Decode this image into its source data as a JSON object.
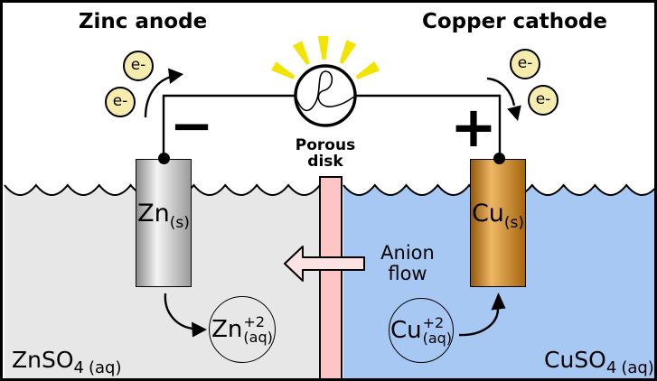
{
  "titles": {
    "anode": "Zinc anode",
    "cathode": "Copper cathode"
  },
  "electron_label": "e-",
  "polarity": {
    "negative": "−",
    "positive": "+"
  },
  "porous_disk_label": {
    "line1": "Porous",
    "line2": "disk"
  },
  "anion_flow_label": {
    "line1": "Anion",
    "line2": "flow"
  },
  "electrodes": {
    "zinc": {
      "symbol": "Zn",
      "state": "(s)"
    },
    "copper": {
      "symbol": "Cu",
      "state": "(s)"
    }
  },
  "ions": {
    "zinc": {
      "symbol": "Zn",
      "charge": "+2",
      "state": "(aq)"
    },
    "copper": {
      "symbol": "Cu",
      "charge": "+2",
      "state": "(aq)"
    }
  },
  "solutions": {
    "left": {
      "formula": "ZnSO",
      "subscript": "4",
      "state": "(aq)"
    },
    "right": {
      "formula": "CuSO",
      "subscript": "4",
      "state": "(aq)"
    }
  },
  "colors": {
    "left_solution": "#e7e7e7",
    "right_solution": "#a6c8f2",
    "porous_disk": "#fec5c5",
    "anion_arrow": "#fce2e2",
    "electron_circle": "#f6ecae",
    "light_rays": "#f2e400",
    "bulb": "#ffffff",
    "wire": "#000000"
  }
}
